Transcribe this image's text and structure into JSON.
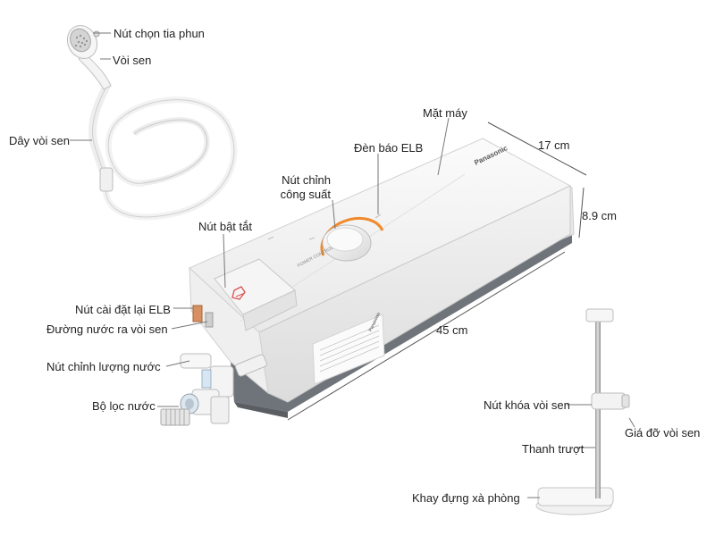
{
  "labels": {
    "spray_selector": "Nút chọn tia phun",
    "shower_head": "Vòi sen",
    "shower_hose": "Dây vòi sen",
    "front_panel": "Mặt máy",
    "elb_indicator": "Đèn báo ELB",
    "power_knob_line1": "Nút chỉnh",
    "power_knob_line2": "công suất",
    "power_switch": "Nút bật tắt",
    "elb_reset": "Nút cài đặt lại ELB",
    "outlet_to_shower": "Đường nước ra vòi sen",
    "flow_knob": "Nút chỉnh lượng nước",
    "water_filter": "Bộ lọc nước",
    "shower_lock": "Nút khóa vòi sen",
    "shower_holder": "Giá đỡ vòi sen",
    "slide_bar": "Thanh trượt",
    "soap_tray": "Khay đựng xà phòng"
  },
  "dimensions": {
    "depth": "17 cm",
    "height": "8.9 cm",
    "length": "45 cm"
  },
  "device": {
    "brand": "Panasonic",
    "knob_text": "POWER CONTROL",
    "side_brand": "Panasonic"
  }
}
